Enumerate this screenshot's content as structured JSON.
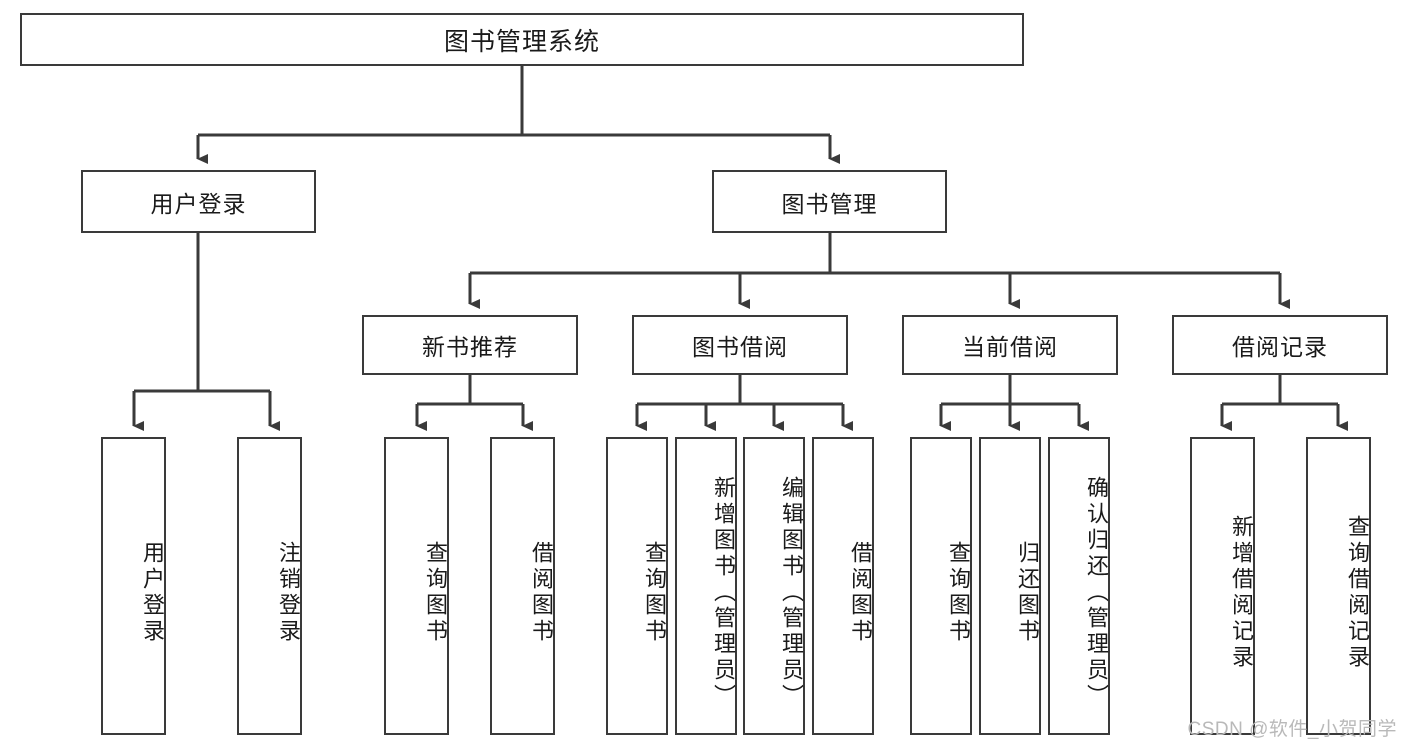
{
  "diagram": {
    "title": "图书管理系统",
    "type": "hierarchy-tree",
    "watermark": "CSDN @软件_小贺同学",
    "colors": {
      "box_border": "#3a3a3a",
      "box_fill": "#ffffff",
      "connector": "#3a3a3a",
      "text": "#1a1a1a",
      "watermark": "#b9b9b9"
    },
    "levels": [
      {
        "level": 1,
        "nodes": [
          {
            "id": "root",
            "label": "图书管理系统",
            "orientation": "horizontal"
          }
        ]
      },
      {
        "level": 2,
        "nodes": [
          {
            "id": "user-login",
            "label": "用户登录",
            "orientation": "horizontal",
            "parent": "root"
          },
          {
            "id": "book-manage",
            "label": "图书管理",
            "orientation": "horizontal",
            "parent": "root"
          }
        ]
      },
      {
        "level": 3,
        "nodes": [
          {
            "id": "new-book-rec",
            "label": "新书推荐",
            "orientation": "horizontal",
            "parent": "book-manage"
          },
          {
            "id": "book-borrow",
            "label": "图书借阅",
            "orientation": "horizontal",
            "parent": "book-manage"
          },
          {
            "id": "current-borrow",
            "label": "当前借阅",
            "orientation": "horizontal",
            "parent": "book-manage"
          },
          {
            "id": "borrow-record",
            "label": "借阅记录",
            "orientation": "horizontal",
            "parent": "book-manage"
          }
        ]
      },
      {
        "level": 4,
        "nodes": [
          {
            "id": "leaf-user-login",
            "label": "用户登录",
            "orientation": "vertical",
            "parent": "user-login"
          },
          {
            "id": "leaf-logout",
            "label": "注销登录",
            "orientation": "vertical",
            "parent": "user-login"
          },
          {
            "id": "leaf-query-book-1",
            "label": "查询图书",
            "orientation": "vertical",
            "parent": "new-book-rec"
          },
          {
            "id": "leaf-borrow-book-1",
            "label": "借阅图书",
            "orientation": "vertical",
            "parent": "new-book-rec"
          },
          {
            "id": "leaf-query-book-2",
            "label": "查询图书",
            "orientation": "vertical",
            "parent": "book-borrow"
          },
          {
            "id": "leaf-add-book",
            "label": "新增图书（管理员）",
            "orientation": "vertical",
            "parent": "book-borrow"
          },
          {
            "id": "leaf-edit-book",
            "label": "编辑图书（管理员）",
            "orientation": "vertical",
            "parent": "book-borrow"
          },
          {
            "id": "leaf-borrow-book-2",
            "label": "借阅图书",
            "orientation": "vertical",
            "parent": "book-borrow"
          },
          {
            "id": "leaf-query-book-3",
            "label": "查询图书",
            "orientation": "vertical",
            "parent": "current-borrow"
          },
          {
            "id": "leaf-return-book",
            "label": "归还图书",
            "orientation": "vertical",
            "parent": "current-borrow"
          },
          {
            "id": "leaf-confirm-return",
            "label": "确认归还（管理员）",
            "orientation": "vertical",
            "parent": "current-borrow"
          },
          {
            "id": "leaf-add-record",
            "label": "新增借阅记录",
            "orientation": "vertical",
            "parent": "borrow-record"
          },
          {
            "id": "leaf-query-record",
            "label": "查询借阅记录",
            "orientation": "vertical",
            "parent": "borrow-record"
          }
        ]
      }
    ]
  }
}
